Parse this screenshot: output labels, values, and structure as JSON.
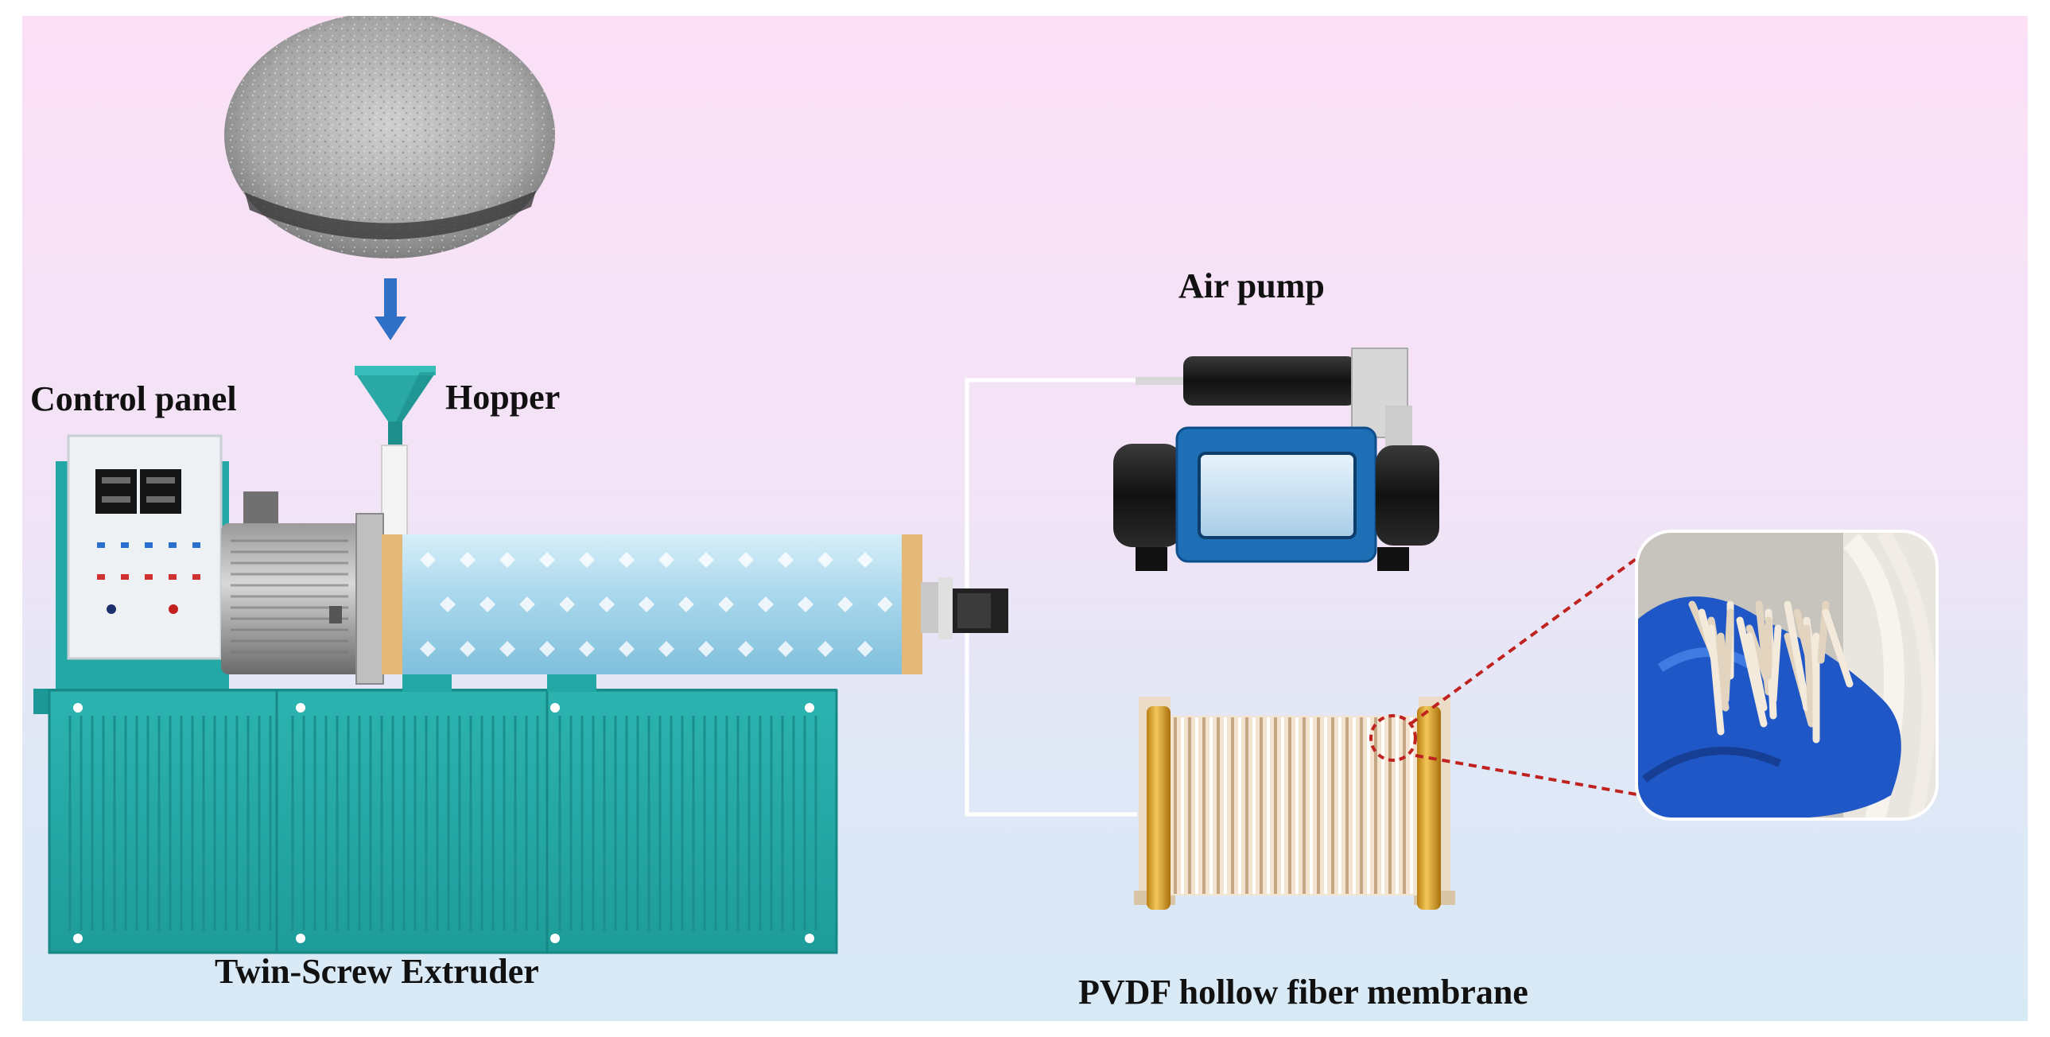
{
  "labels": {
    "control_panel": "Control panel",
    "hopper": "Hopper",
    "air_pump": "Air pump",
    "extruder": "Twin-Screw Extruder",
    "membrane": "PVDF hollow fiber membrane"
  },
  "colors": {
    "machine_teal": "#24a8a6",
    "machine_teal_dark": "#178886",
    "barrel_blue": "#a9d7ec",
    "pump_blue": "#1e6fb5",
    "spool_gold": "#d9a63a",
    "arrow_blue": "#2f6fc5",
    "leader_red": "#c0221f",
    "glove_blue": "#1f57c6"
  },
  "icons": {
    "powder": "powder-sample-photo",
    "arrow": "feed-arrow-icon",
    "photo": "hollow-fiber-photo"
  }
}
